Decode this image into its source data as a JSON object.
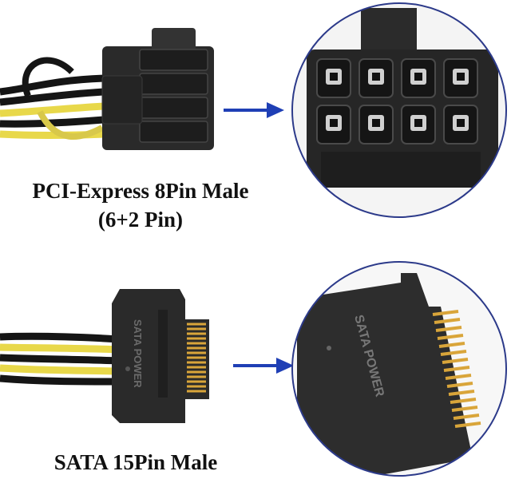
{
  "colors": {
    "arrow": "#1f3fb5",
    "circle_border": "#2c3a8a",
    "connector": "#2a2a2a",
    "wire_yellow": "#e8d84a",
    "wire_black": "#151515",
    "pin_gold": "#d9a53a"
  },
  "pcie": {
    "caption_line1": "PCI-Express 8Pin Male",
    "caption_line2": "(6+2 Pin)"
  },
  "sata": {
    "caption": "SATA 15Pin Male",
    "connector_marking": "SATA POWER",
    "zoom_marking": "SATA POWER"
  },
  "icons": {
    "arrow_top": "arrow-right-icon",
    "arrow_bottom": "arrow-right-icon"
  }
}
